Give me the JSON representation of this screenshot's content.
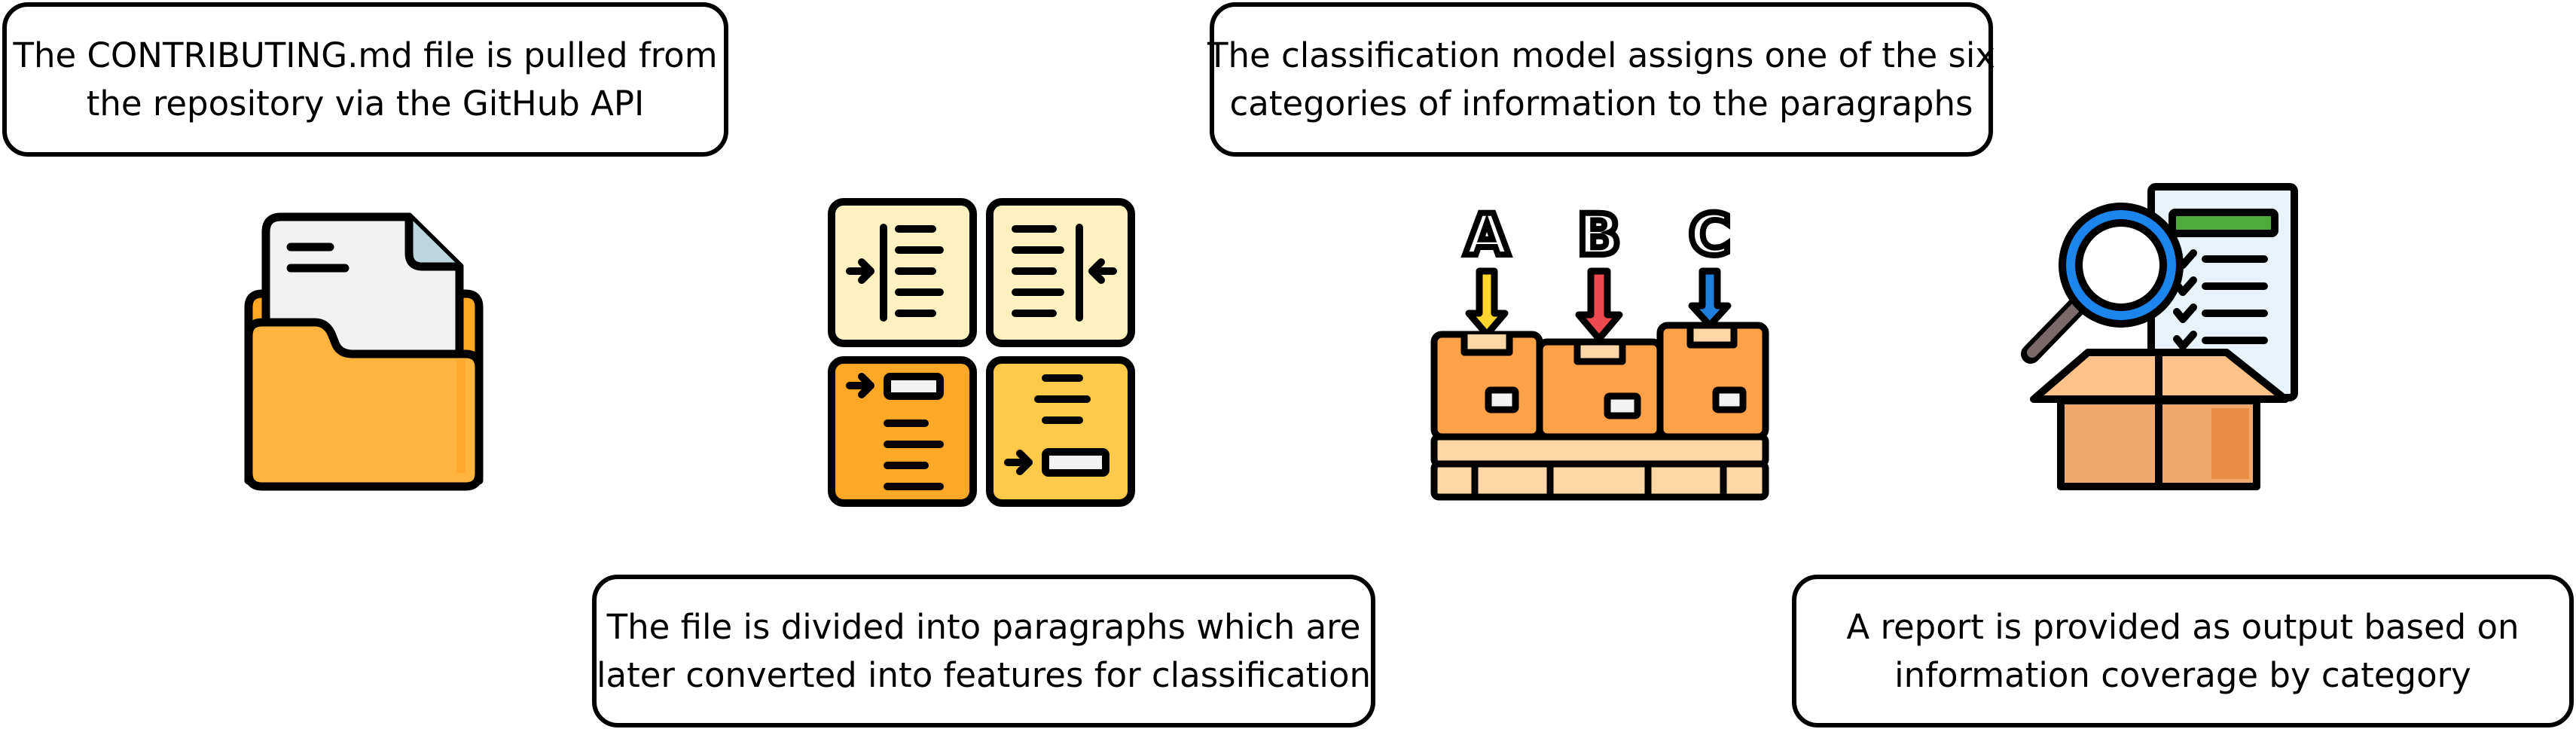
{
  "steps": [
    {
      "lines": [
        "The CONTRIBUTING.md file is pulled from",
        "the repository via the GitHub API"
      ],
      "icon": "folder-document-icon"
    },
    {
      "lines": [
        "The file is divided into paragraphs which are",
        "later converted into features for classification"
      ],
      "icon": "paragraph-split-icon"
    },
    {
      "lines": [
        "The classification model assigns one of the six",
        "categories of information to the paragraphs"
      ],
      "icon": "classification-boxes-icon"
    },
    {
      "lines": [
        "A report is provided as output based on",
        "information coverage by category"
      ],
      "icon": "report-inspection-icon"
    }
  ],
  "category_labels": [
    "A",
    "B",
    "C"
  ],
  "colors": {
    "outline": "#000000",
    "folder": "#ffb53d",
    "box_orange": "#ffa148",
    "box_light": "#ffd7a6",
    "paper_yellow": "#fff2c0",
    "arrow_yellow": "#ffd62f",
    "arrow_red": "#ec4a4f",
    "arrow_blue": "#1e7fdc",
    "magnifier_blue": "#1c86ee",
    "report_green": "#4dad3b",
    "report_paper": "#e8f3fb"
  }
}
